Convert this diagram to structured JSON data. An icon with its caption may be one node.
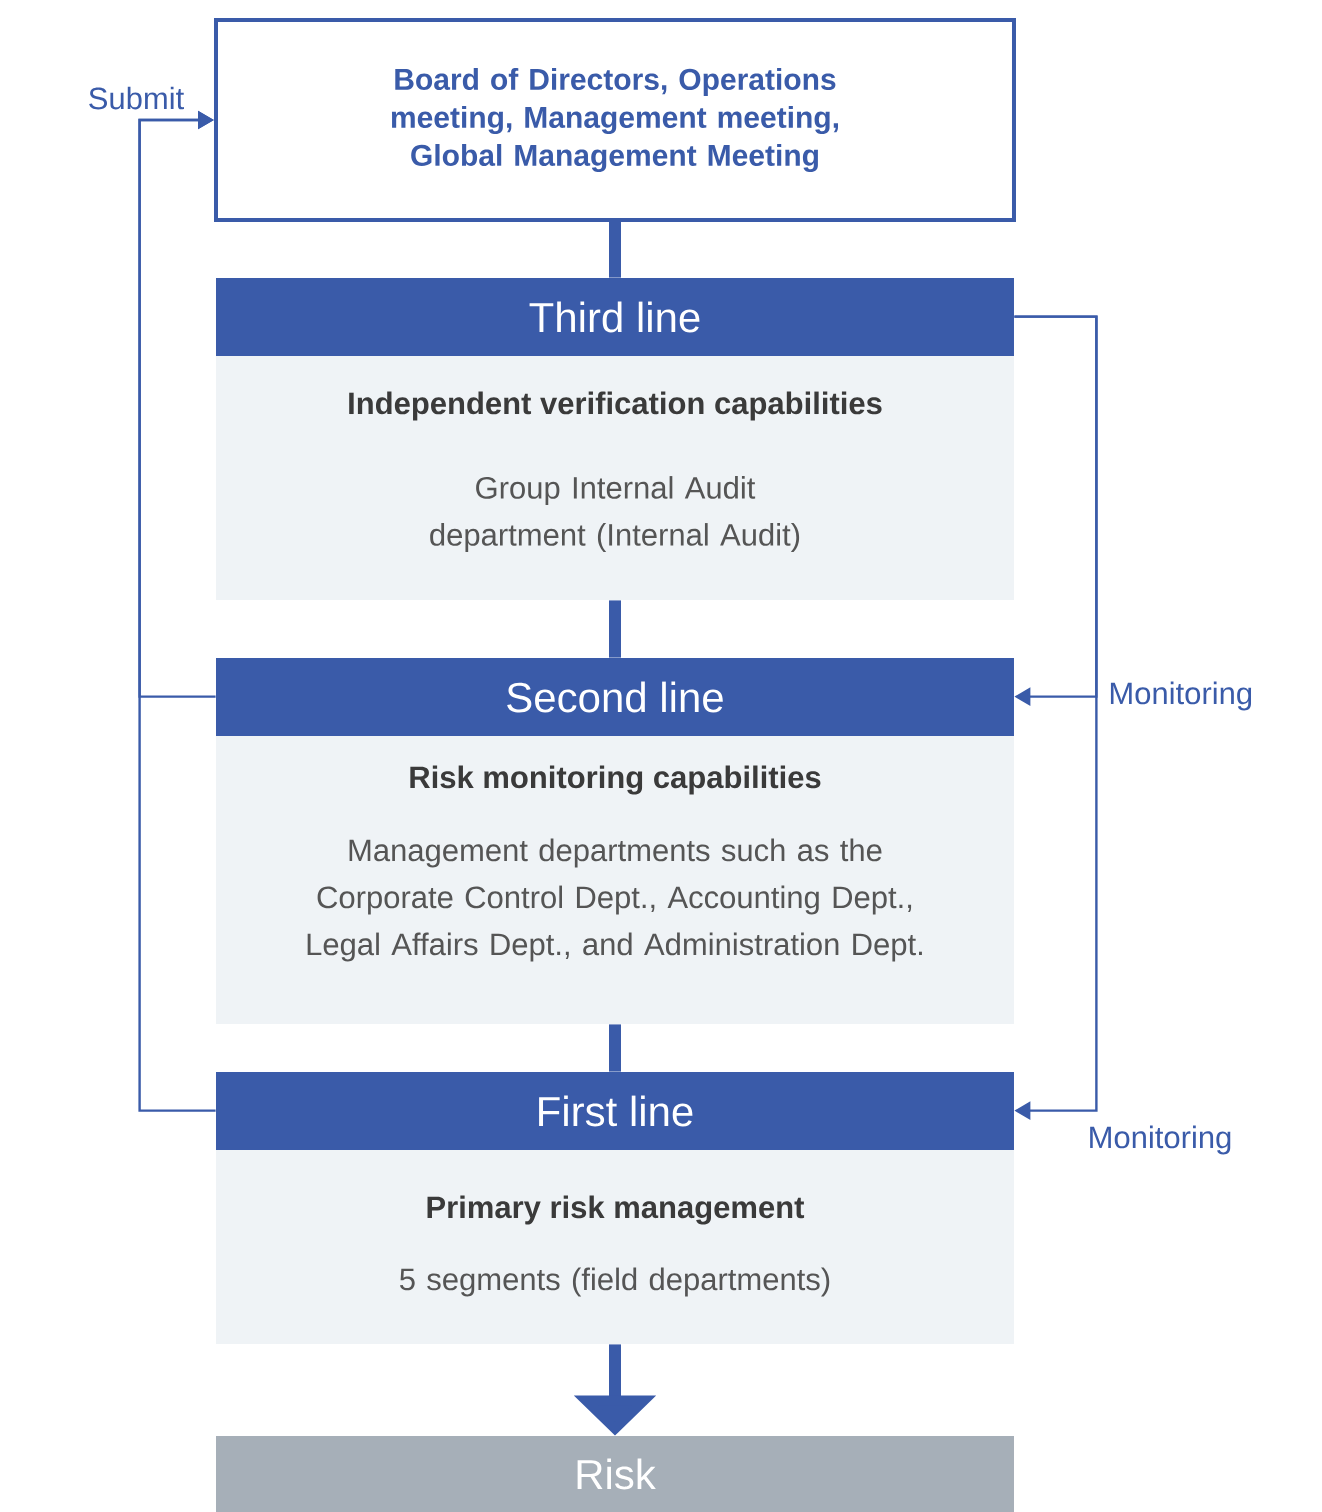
{
  "diagram": {
    "nodes": [
      {
        "text": [
          "Board of Directors, Operations meeting, Management meeting, Global Management Meeting"
        ]
      },
      {
        "text": [
          "Third line",
          "Independent verification capabilities",
          "Group Internal Audit department (Internal Audit)"
        ]
      },
      {
        "text": [
          "Second line",
          "Risk monitoring capabilities",
          "Management departments such as the Corporate Control Dept., Accounting Dept., Legal Affairs Dept., and Administration Dept."
        ]
      },
      {
        "text": [
          "First line",
          "Primary risk management",
          "5 segments (field departments)"
        ]
      },
      {
        "text": [
          "Risk"
        ]
      }
    ],
    "edges": [
      {
        "from": 0,
        "to": 1,
        "arrow": "none",
        "style": "thick"
      },
      {
        "from": 1,
        "to": 2,
        "arrow": "none",
        "style": "thick"
      },
      {
        "from": 2,
        "to": 3,
        "arrow": "none",
        "style": "thick"
      },
      {
        "from": 3,
        "to": 4,
        "arrow": "to",
        "style": "thick"
      },
      {
        "from": 2,
        "to": 0,
        "arrow": "to",
        "label": "Submit"
      },
      {
        "from": 3,
        "to": 0,
        "arrow": "to"
      },
      {
        "from": 1,
        "to": 2,
        "arrow": "to",
        "label": "Monitoring"
      },
      {
        "from": 1,
        "to": 3,
        "arrow": "to",
        "label": "Monitoring"
      }
    ]
  }
}
